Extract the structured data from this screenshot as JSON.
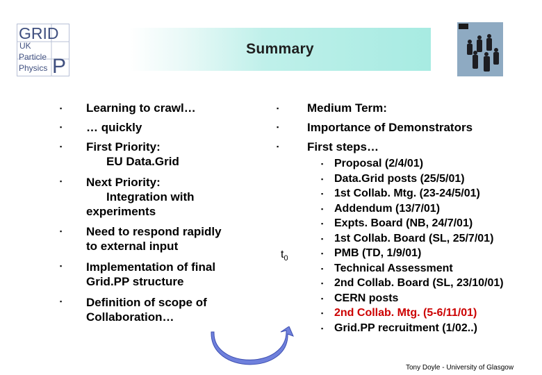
{
  "logo": {
    "line1": "GRID",
    "line2": "UK",
    "line3": "Particle",
    "line4": "Physics",
    "letter": "P"
  },
  "header": {
    "title": "Summary"
  },
  "colors": {
    "highlight": "#cc0000",
    "title_bar": "#a7ebe2",
    "arrow": "#5b6fd0"
  },
  "left_items": [
    {
      "text": "Learning to crawl…",
      "indent_text": ""
    },
    {
      "text": "… quickly",
      "indent_text": ""
    },
    {
      "text": "First Priority:",
      "indent_text": "EU Data.Grid"
    },
    {
      "text": "Next Priority:",
      "indent_text": "Integration with",
      "indent_text2": "experiments"
    },
    {
      "text": "Need to respond rapidly",
      "text2": "to external input"
    },
    {
      "text": "Implementation of final",
      "text2": "Grid.PP structure"
    },
    {
      "text": "Definition of scope of",
      "text2": "Collaboration…"
    }
  ],
  "right_items": [
    "Medium Term:",
    "Importance of Demonstrators",
    "First steps…"
  ],
  "sub_items": [
    "Proposal (2/4/01)",
    "Data.Grid posts (25/5/01)",
    "1st Collab. Mtg. (23-24/5/01)",
    "Addendum (13/7/01)",
    "Expts. Board (NB, 24/7/01)",
    "1st Collab. Board (SL, 25/7/01)",
    "PMB (TD, 1/9/01)",
    "Technical Assessment",
    "2nd Collab. Board (SL, 23/10/01)",
    "CERN posts",
    "2nd Collab. Mtg. (5-6/11/01)",
    "Grid.PP recruitment (1/02..)"
  ],
  "marker": {
    "t": "t",
    "sub": "0"
  },
  "bullet_glyph": "▪",
  "footer": "Tony Doyle - University of Glasgow"
}
